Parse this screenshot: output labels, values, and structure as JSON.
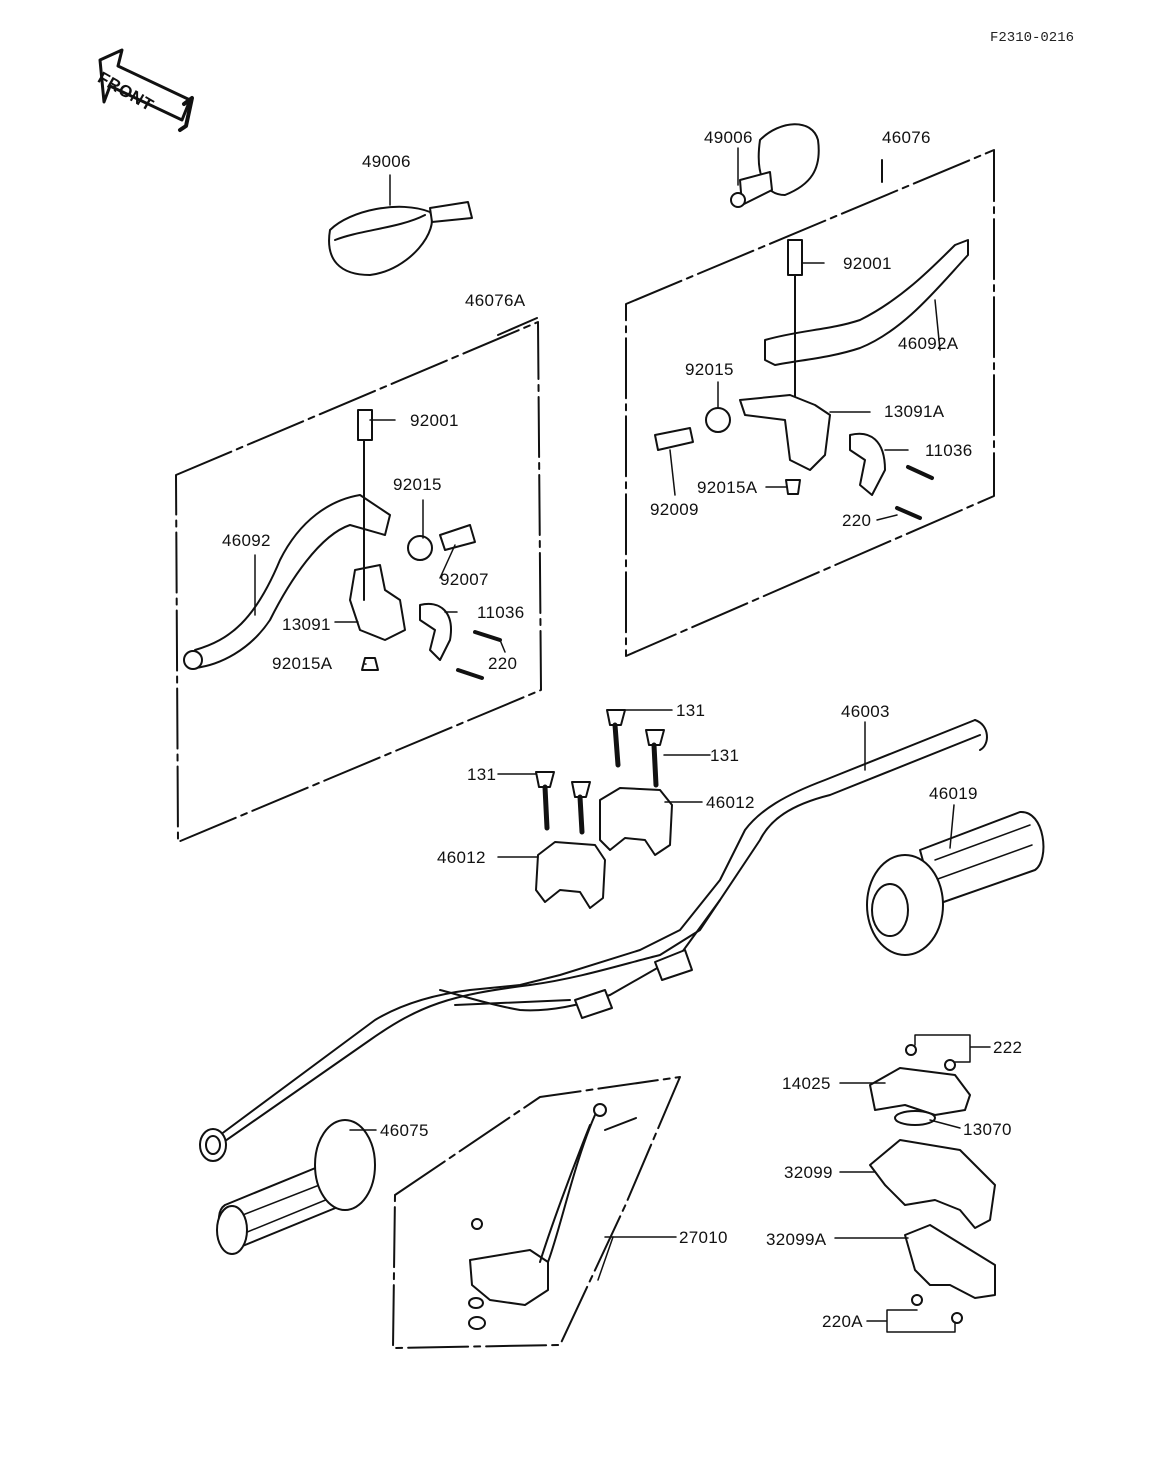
{
  "diagram_code": "F2310-0216",
  "front_label": "FRONT",
  "parts": {
    "mirror_left": "49006",
    "mirror_right": "49006",
    "clutch_lever_assy": "46076A",
    "brake_lever_assy": "46076",
    "bolt_92001_left": "92001",
    "bolt_92001_right": "92001",
    "nut_92015_left": "92015",
    "nut_92015_right": "92015",
    "lever_46092": "46092",
    "lever_46092a": "46092A",
    "screw_92007": "92007",
    "holder_13091": "13091",
    "holder_13091a": "13091A",
    "clamp_11036_left": "11036",
    "clamp_11036_right": "11036",
    "nut_92015a_left": "92015A",
    "nut_92015a_right": "92015A",
    "bolt_220_left": "220",
    "bolt_220_right": "220",
    "screw_92009": "92009",
    "bolt_131_a": "131",
    "bolt_131_b": "131",
    "bolt_131_c": "131",
    "holder_46012_upper": "46012",
    "holder_46012_lower": "46012",
    "handlebar": "46003",
    "grip_right": "46019",
    "grip_left": "46075",
    "switch_27010": "27010",
    "screw_222": "222",
    "plate_14025": "14025",
    "collar_13070": "13070",
    "housing_32099": "32099",
    "housing_32099a": "32099A",
    "screw_220a": "220A"
  }
}
